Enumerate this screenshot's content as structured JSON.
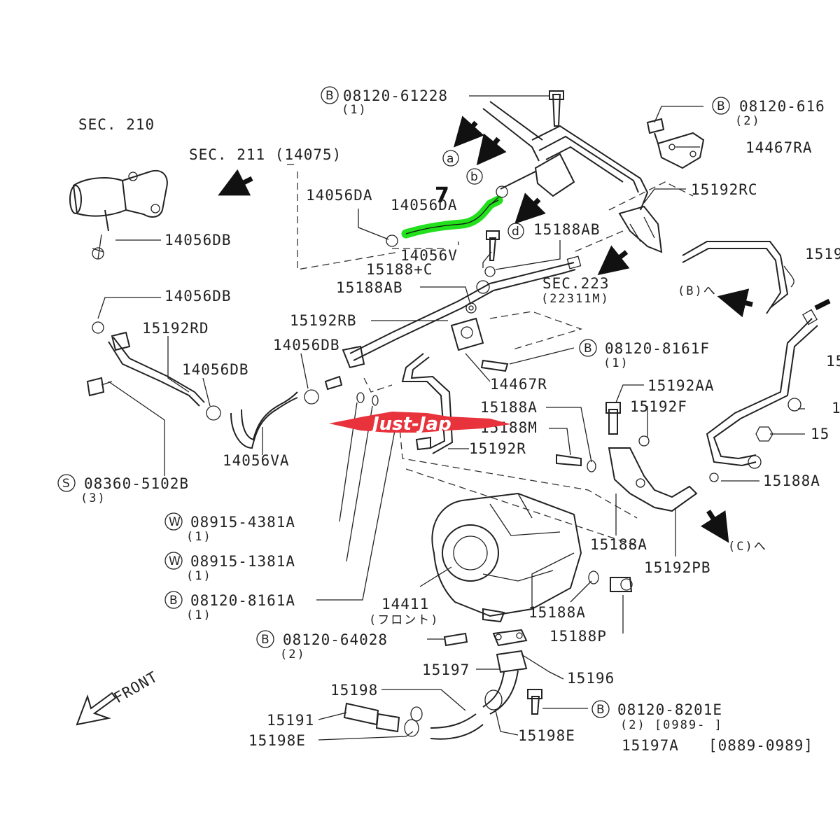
{
  "diagram": {
    "highlight_color": "#22e01c",
    "watermark_color": "#e8323c",
    "callout": "7",
    "watermark": "Just-Jap",
    "front_label": "FRONT",
    "sections": {
      "sec210": "SEC. 210",
      "sec211": "SEC. 211 (14075)",
      "sec223": "SEC.223",
      "sec223_sub": "(22311M)",
      "b_arrow": "(B)へ",
      "c_arrow": "(C)へ"
    },
    "circled_letters": [
      "a",
      "b",
      "d"
    ],
    "parts": {
      "p08120_61228": "08120-61228",
      "p08120_61228_q": "(1)",
      "p08120_616": "08120-616",
      "p08120_616_q": "(2)",
      "p14467RA": "14467RA",
      "p15192RC": "15192RC",
      "p14056DA_left": "14056DA",
      "p14056DA_right": "14056DA",
      "p14056V": "14056V",
      "p15188AB_top": "15188AB",
      "p15188C": "15188+C",
      "p14056DB_a": "14056DB",
      "p14056DB_b": "14056DB",
      "p14056DB_c": "14056DB",
      "p14056DB_d": "14056DB",
      "p15188AB_mid": "15188AB",
      "p15192RB": "15192RB",
      "p15192RD": "15192RD",
      "p15192_cut": "1519",
      "p15_cut": "15",
      "p08120_8161F": "08120-8161F",
      "p08120_8161F_q": "(1)",
      "p14467R": "14467R",
      "p15192AA": "15192AA",
      "p15192F": "15192F",
      "p15188A_a": "15188A",
      "p15188M": "15188M",
      "p15192R": "15192R",
      "p1_cut": "1",
      "p15_cut2": "15",
      "p14056VA": "14056VA",
      "p08360": "08360-5102B",
      "p08360_q": "(3)",
      "p15188A_b": "15188A",
      "p08915_4381A": "08915-4381A",
      "p08915_4381A_q": "(1)",
      "p08915_1381A": "08915-1381A",
      "p08915_1381A_q": "(1)",
      "p08120_8161A": "08120-8161A",
      "p08120_8161A_q": "(1)",
      "p15188A_c": "15188A",
      "p15192PB": "15192PB",
      "p14411": "14411",
      "p14411_sub": "(フロント)",
      "p15188A_d": "15188A",
      "p15188P": "15188P",
      "p08120_64028": "08120-64028",
      "p08120_64028_q": "(2)",
      "p15197": "15197",
      "p15196": "15196",
      "p15198": "15198",
      "p15191": "15191",
      "p15198E_left": "15198E",
      "p15198E_right": "15198E",
      "p08120_8201E": "08120-8201E",
      "p08120_8201E_q": "(2) [0989-     ]",
      "p15197A": "15197A",
      "p15197A_range": "[0889-0989]"
    },
    "prefixes": {
      "B": "B",
      "S": "S",
      "W": "W"
    }
  }
}
